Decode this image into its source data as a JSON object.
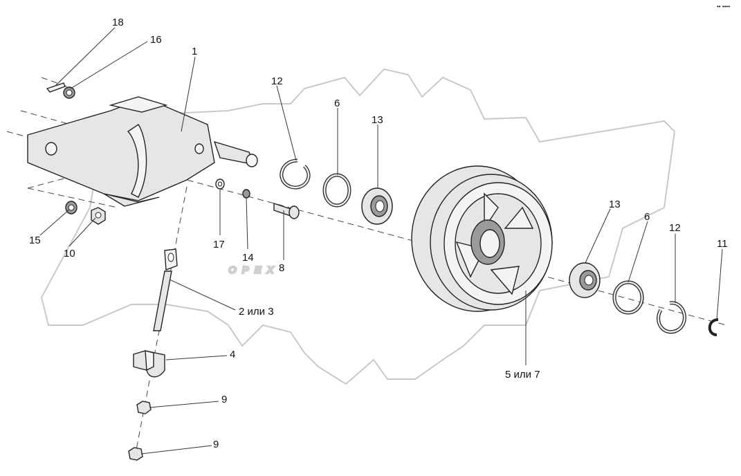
{
  "watermark": "OPEX",
  "corner_mark": "•• ••••",
  "callouts": [
    {
      "id": "c18",
      "label": "18"
    },
    {
      "id": "c16",
      "label": "16"
    },
    {
      "id": "c1",
      "label": "1"
    },
    {
      "id": "c12a",
      "label": "12"
    },
    {
      "id": "c6a",
      "label": "6"
    },
    {
      "id": "c13a",
      "label": "13"
    },
    {
      "id": "c15",
      "label": "15"
    },
    {
      "id": "c10",
      "label": "10"
    },
    {
      "id": "c17",
      "label": "17"
    },
    {
      "id": "c14",
      "label": "14"
    },
    {
      "id": "c8",
      "label": "8"
    },
    {
      "id": "c2or3",
      "label": "2 или 3"
    },
    {
      "id": "c13b",
      "label": "13"
    },
    {
      "id": "c6b",
      "label": "6"
    },
    {
      "id": "c12b",
      "label": "12"
    },
    {
      "id": "c11",
      "label": "11"
    },
    {
      "id": "c4",
      "label": "4"
    },
    {
      "id": "c5or7",
      "label": "5 или 7"
    },
    {
      "id": "c9a",
      "label": "9"
    },
    {
      "id": "c9b",
      "label": "9"
    }
  ]
}
